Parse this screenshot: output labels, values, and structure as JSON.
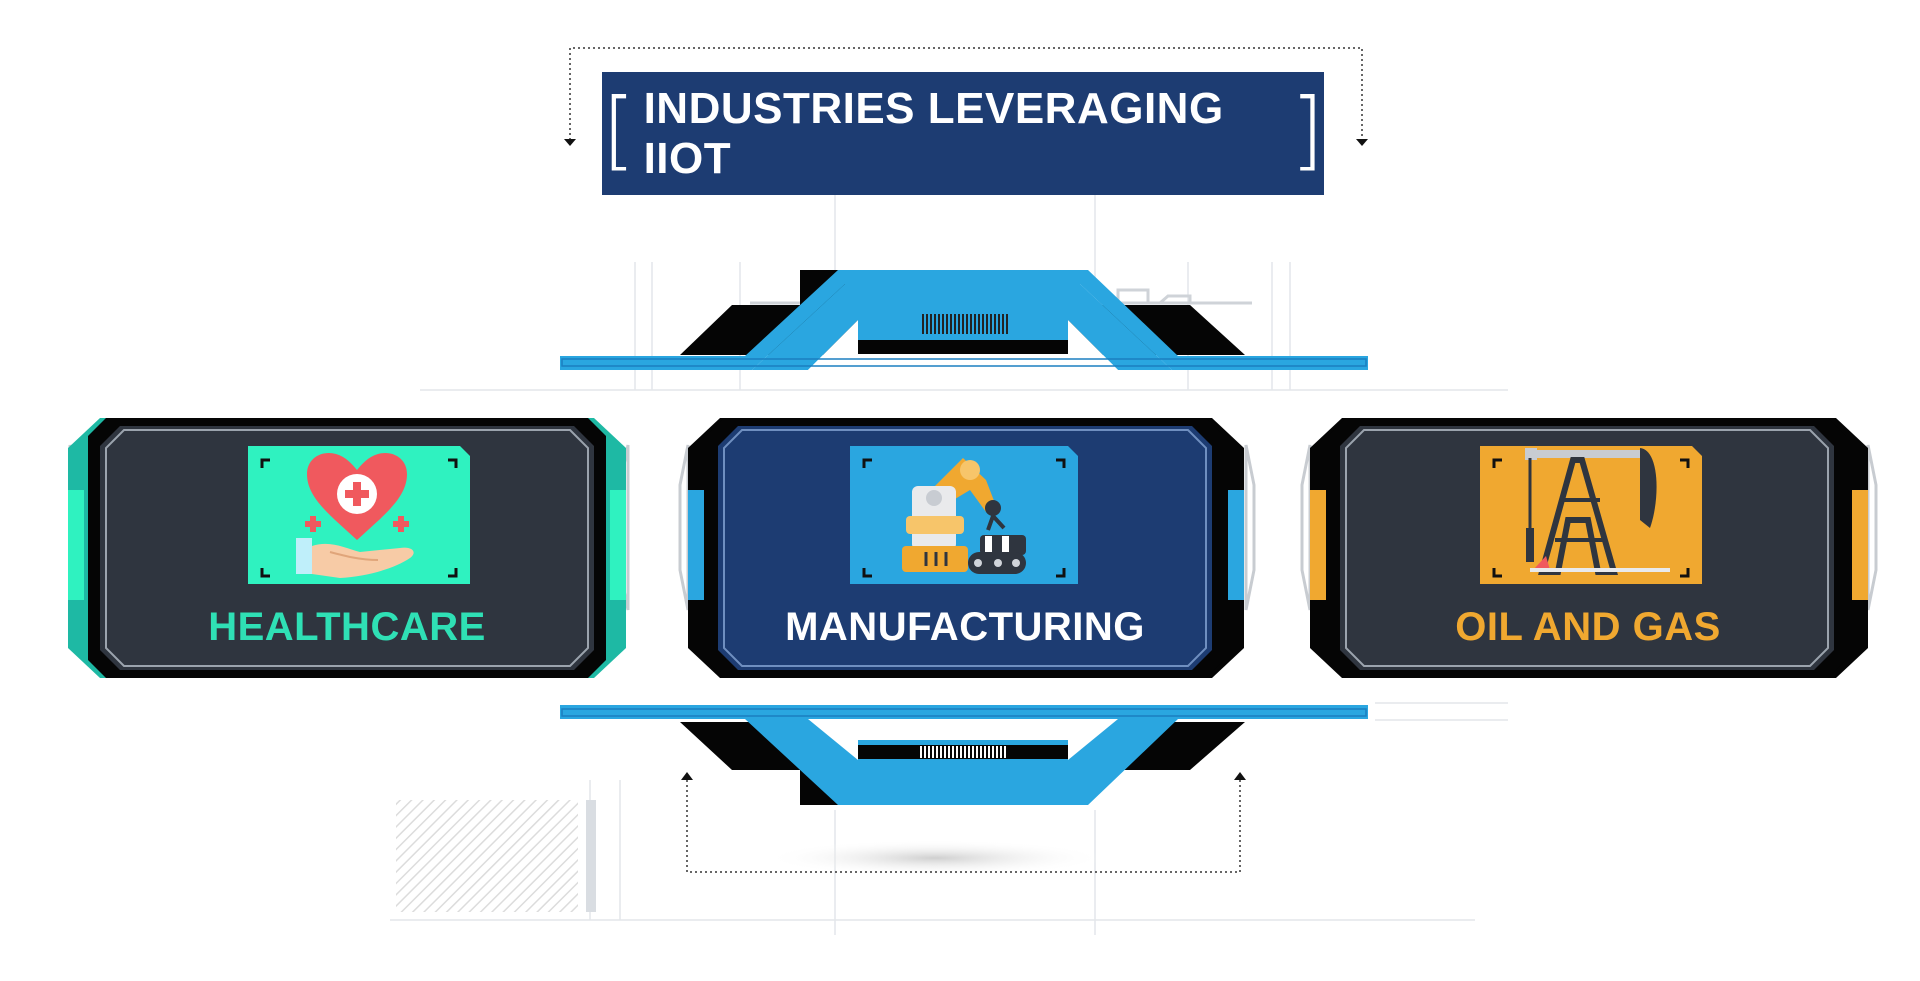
{
  "title": "INDUSTRIES LEVERAGING IIOT",
  "cards": [
    {
      "label": "HEALTHCARE",
      "accent": "#2fe0b5",
      "icon": "healthcare-hand-heart-icon"
    },
    {
      "label": "MANUFACTURING",
      "accent": "#ffffff",
      "icon": "robotic-arm-icon"
    },
    {
      "label": "OIL AND GAS",
      "accent": "#f0a830",
      "icon": "oil-pump-jack-icon"
    }
  ],
  "colors": {
    "navy": "#1d3c72",
    "blue": "#2aa6e0",
    "teal": "#1eb9a4",
    "mint": "#2ff2c0",
    "orange": "#f0a830",
    "dark": "#2f353f",
    "black": "#050505"
  }
}
